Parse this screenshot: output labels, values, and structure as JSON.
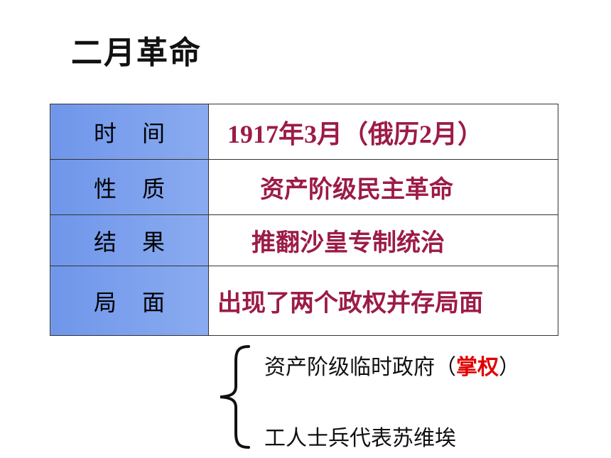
{
  "title": "二月革命",
  "rows": [
    {
      "label": "时间",
      "value": "1917年3月（俄历2月）"
    },
    {
      "label": "性质",
      "value": "资产阶级民主革命"
    },
    {
      "label": "结果",
      "value": "推翻沙皇专制统治"
    },
    {
      "label": "局面",
      "value": "出现了两个政权并存局面"
    }
  ],
  "dual_power": {
    "item1_prefix": "资产阶级临时政府（",
    "item1_highlight": "掌权",
    "item1_suffix": "）",
    "item2": "工人士兵代表苏维埃"
  },
  "colors": {
    "label_bg": "#7a9ef0",
    "value_text": "#9c1b47",
    "highlight": "#e00000"
  }
}
